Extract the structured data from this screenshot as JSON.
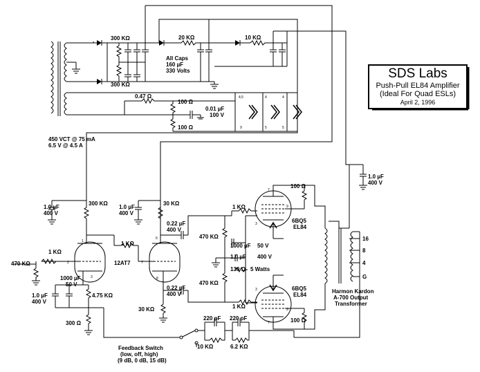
{
  "title_block": {
    "name": "SDS Labs",
    "subtitle1": "Push-Pull EL84 Amplifier",
    "subtitle2": "(Ideal For Quad ESLs)",
    "date": "April 2, 1996"
  },
  "power_supply": {
    "r_top_divider": "300 KΩ",
    "r_bottom_divider": "300 KΩ",
    "r_filter1": "20 KΩ",
    "r_filter2": "10 KΩ",
    "caps_note1": "All Caps",
    "caps_note2": "160 µF",
    "caps_note3": "330 Volts",
    "transformer_spec1": "450 VCT @ 75 mA",
    "transformer_spec2": "6.5 V @ 4.5 A"
  },
  "heater": {
    "r_series": "0.47 Ω",
    "r_hum1": "100 Ω",
    "r_hum2": "100 Ω",
    "c_hum": "0.01 µF",
    "c_hum_v": "100 V",
    "pin_a": "4,5",
    "pin_b": "9",
    "pin_c": "4",
    "pin_d": "5",
    "pin_e": "4",
    "pin_f": "5"
  },
  "input_stage": {
    "c_decouple1": "1.0 µF",
    "c_decouple1_v": "400 V",
    "r_plate1": "300 KΩ",
    "c_decouple2": "1.0 µF",
    "c_decouple2_v": "400 V",
    "r_plate2": "30 KΩ",
    "r_grid_stop1": "1 KΩ",
    "r_input": "470 KΩ",
    "r_grid_stop2": "1 KΩ",
    "c_cathode": "1000 µF",
    "c_cathode_v": "50 V",
    "c_bypass": "1.0 µF",
    "c_bypass_v": "400 V",
    "r_cathode": "4.75 KΩ",
    "r_tail": "300 Ω",
    "tube": "12AT7",
    "c_couple1": "0.22 µF",
    "c_couple1_v": "400 V",
    "c_couple2": "0.22 µF",
    "c_couple2_v": "400 V",
    "r_cathode2": "30 KΩ",
    "pin1": "1",
    "pin2": "2",
    "pin3": "3",
    "pin6": "6",
    "pin7": "7",
    "pin8": "8"
  },
  "output_stage": {
    "r_grid1": "470 KΩ",
    "r_grid2": "470 KΩ",
    "r_stop1": "1 KΩ",
    "r_stop2": "1 KΩ",
    "c_cath": "1000 µF",
    "c_cath_v": "50 V",
    "c_bias": "1.0 µF",
    "c_bias_v": "400 V",
    "r_cath": "130 Ω",
    "r_cath_w": "5 Watts",
    "tube_top_type": "6BQ5",
    "tube_top_name": "EL84",
    "tube_bot_type": "6BQ5",
    "tube_bot_name": "EL84",
    "r_screen_top": "100 Ω",
    "r_screen_bot": "100 Ω",
    "c_supply": "1.0 µF",
    "c_supply_v": "400 V",
    "pin7a": "7",
    "pin9a": "9",
    "pin3a": "3",
    "pin3b": "3",
    "pin9b": "9",
    "pin7b": "7"
  },
  "output_transformer": {
    "tap16": "16",
    "tap8": "8",
    "tap4": "4",
    "tapG": "G",
    "label1": "Harmon Kardon",
    "label2": "A-700 Output",
    "label3": "Transformer"
  },
  "feedback": {
    "c1": "220 pF",
    "c2": "220 pF",
    "r1": "10 KΩ",
    "r2": "6.2 KΩ",
    "label1": "Feedback Switch",
    "label2": "(low, off, high)",
    "label3": "(9 dB, 0 dB, 15 dB)"
  }
}
